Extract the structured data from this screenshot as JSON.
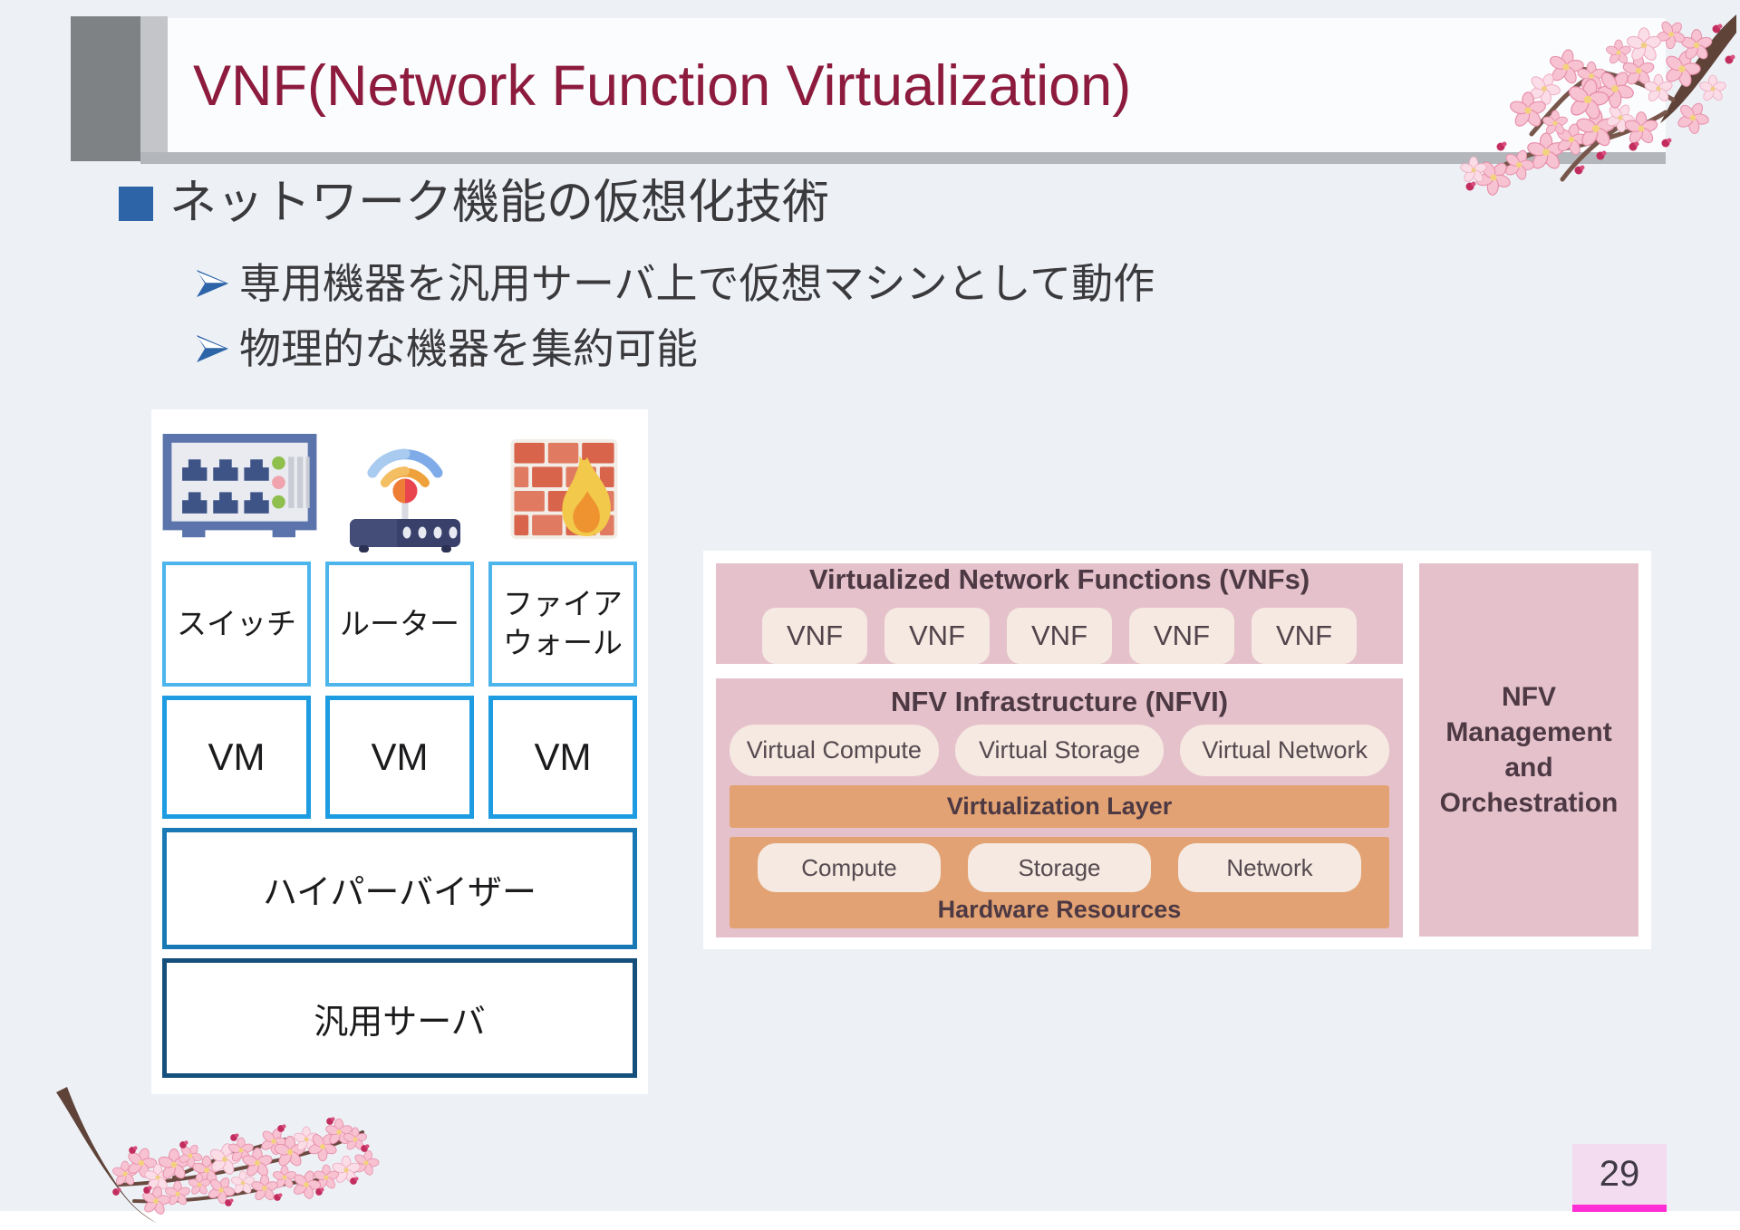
{
  "slide": {
    "title": "VNF(Network Function Virtualization)",
    "page_number": "29"
  },
  "content": {
    "heading": "ネットワーク機能の仮想化技術",
    "sub_points": [
      "専用機器を汎用サーバ上で仮想マシンとして動作",
      "物理的な機器を集約可能"
    ]
  },
  "left_diagram": {
    "device_labels": [
      "スイッチ",
      "ルーター",
      "ファイアウォール"
    ],
    "device_icons": [
      "switch-icon",
      "router-icon",
      "firewall-icon"
    ],
    "vm_labels": [
      "VM",
      "VM",
      "VM"
    ],
    "hypervisor_label": "ハイパーバイザー",
    "server_label": "汎用サーバ"
  },
  "nfv_diagram": {
    "vnf_section_title": "Virtualized Network Functions (VNFs)",
    "vnf_boxes": [
      "VNF",
      "VNF",
      "VNF",
      "VNF",
      "VNF"
    ],
    "nfvi_section_title": "NFV Infrastructure (NFVI)",
    "virtual_resource_boxes": [
      "Virtual Compute",
      "Virtual Storage",
      "Virtual Network"
    ],
    "virtualization_layer_label": "Virtualization Layer",
    "hardware_resource_boxes": [
      "Compute",
      "Storage",
      "Network"
    ],
    "hardware_section_title": "Hardware Resources",
    "management_label": "NFV Management and Orchestration"
  },
  "colors": {
    "title_maroon": "#8D1B3D",
    "bullet_blue": "#2D64A8",
    "device_box_border": "#4BB5EC",
    "vm_box_border": "#1D9CE2",
    "hypervisor_border": "#1979B5",
    "server_border": "#14507B",
    "pink_block": "#E5C2CB",
    "cream_box": "#F5E9E1",
    "orange_bar": "#E2A273",
    "page_badge_bg": "#F3DBF0",
    "page_badge_underline": "#FF2ED4"
  }
}
